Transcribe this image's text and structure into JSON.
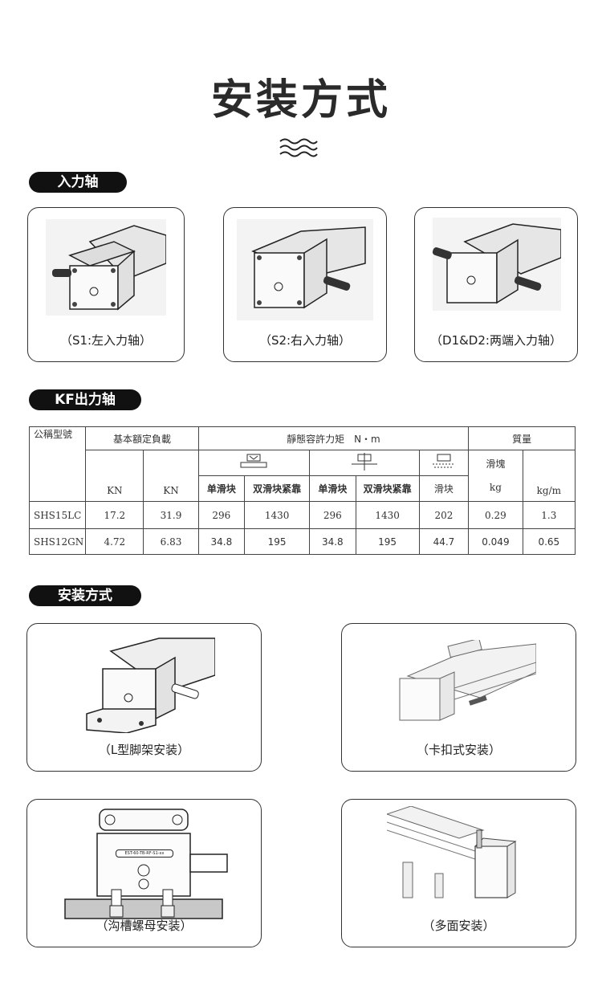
{
  "title": "安装方式",
  "sections": {
    "input_shaft": "入力轴",
    "output_shaft": "KF出力轴",
    "mounting": "安装方式"
  },
  "input_cards": [
    {
      "caption": "（S1:左入力轴）"
    },
    {
      "caption": "（S2:右入力轴）"
    },
    {
      "caption": "（D1&D2:两端入力轴）"
    }
  ],
  "table": {
    "h_model": "公稱型號",
    "h_load": "基本額定負載",
    "h_moment": "靜態容許力矩　N・m",
    "h_mass": "質量",
    "h_slider": "滑塊",
    "unit_kn1": "KN",
    "unit_kn2": "KN",
    "h_single": "单滑块",
    "h_double": "双滑块紧靠",
    "h_single2": "单滑块",
    "h_double2": "双滑块紧靠",
    "h_slider2": "滑块",
    "unit_kg": "kg",
    "unit_kgm": "kg/m",
    "rows": [
      {
        "model": "SHS15LC",
        "c1": "17.2",
        "c2": "31.9",
        "m1": "296",
        "m2": "1430",
        "m3": "296",
        "m4": "1430",
        "m5": "202",
        "kg": "0.29",
        "kgm": "1.3"
      },
      {
        "model": "SHS12GN",
        "c1": "4.72",
        "c2": "6.83",
        "m1": "34.8",
        "m2": "195",
        "m3": "34.8",
        "m4": "195",
        "m5": "44.7",
        "kg": "0.049",
        "kgm": "0.65"
      }
    ]
  },
  "mount_cards": [
    {
      "caption": "（L型脚架安装）"
    },
    {
      "caption": "（卡扣式安装）"
    },
    {
      "caption": "（沟槽螺母安装）",
      "label": "EST-60-TB-RF-S1-xx"
    },
    {
      "caption": "（多面安装）"
    }
  ]
}
